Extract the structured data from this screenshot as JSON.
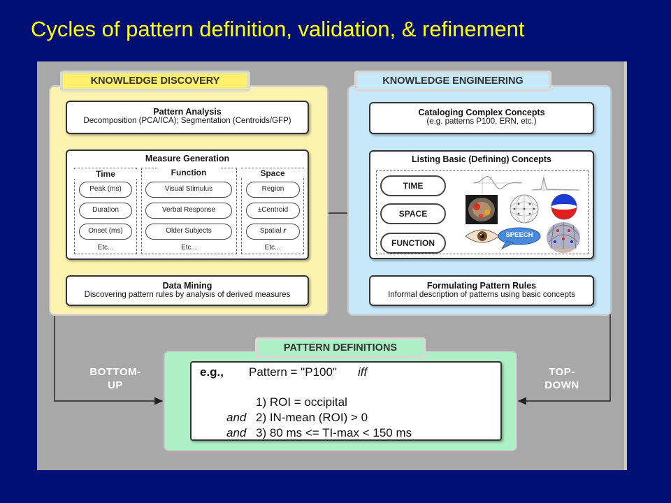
{
  "slide_title": "Cycles of pattern definition, validation, & refinement",
  "knowledge_discovery": {
    "tag": "KNOWLEDGE DISCOVERY",
    "pattern_analysis": {
      "title": "Pattern Analysis",
      "subtitle": "Decomposition (PCA/ICA); Segmentation (Centroids/GFP)"
    },
    "measure_generation": {
      "title": "Measure Generation",
      "columns": [
        {
          "title": "Time",
          "items": [
            "Peak (ms)",
            "Duration",
            "Onset (ms)"
          ],
          "etc": "Etc..."
        },
        {
          "title": "Function",
          "items": [
            "Visual Stimulus",
            "Verbal Response",
            "Older Subjects"
          ],
          "etc": "Etc..."
        },
        {
          "title": "Space",
          "items": [
            "Region",
            "±Centroid",
            "Spatial r"
          ],
          "etc": "Etc..."
        }
      ]
    },
    "data_mining": {
      "title": "Data Mining",
      "subtitle": "Discovering pattern rules by analysis of derived measures"
    }
  },
  "knowledge_engineering": {
    "tag": "KNOWLEDGE ENGINEERING",
    "cataloging": {
      "title": "Cataloging Complex Concepts",
      "subtitle": "(e.g. patterns  P100,  ERN, etc.)"
    },
    "listing": {
      "title": "Listing Basic (Defining) Concepts",
      "items": [
        "TIME",
        "SPACE",
        "FUNCTION"
      ],
      "speech_label": "SPEECH"
    },
    "formulating": {
      "title": "Formulating Pattern Rules",
      "subtitle": "Informal description of patterns using basic concepts"
    }
  },
  "pattern_definitions": {
    "tag": "PATTERN DEFINITIONS",
    "eg": "e.g.,",
    "pattern_line": "Pattern = \"P100\"",
    "iff": "iff",
    "rule1": "1) ROI = occipital",
    "and1": "and",
    "rule2": "2) IN-mean (ROI) > 0",
    "and2": "and",
    "rule3": "3) 80 ms <= TI-max < 150 ms"
  },
  "bottom_up_line1": "BOTTOM-",
  "bottom_up_line2": "UP",
  "top_down_line1": "TOP-",
  "top_down_line2": "DOWN",
  "colors": {
    "background": "#000f73",
    "title": "#ffff00",
    "canvas": "#a8a8a8",
    "discovery_panel": "#fcf3b0",
    "engineering_panel": "#c6e8f8",
    "definitions_panel": "#aef0c6"
  },
  "icons": [
    "erp-waveform-icon",
    "brain-mri-icon",
    "scalp-grid-icon",
    "topographic-map-icon",
    "eye-icon",
    "speech-bubble-icon",
    "eeg-cap-icon"
  ]
}
